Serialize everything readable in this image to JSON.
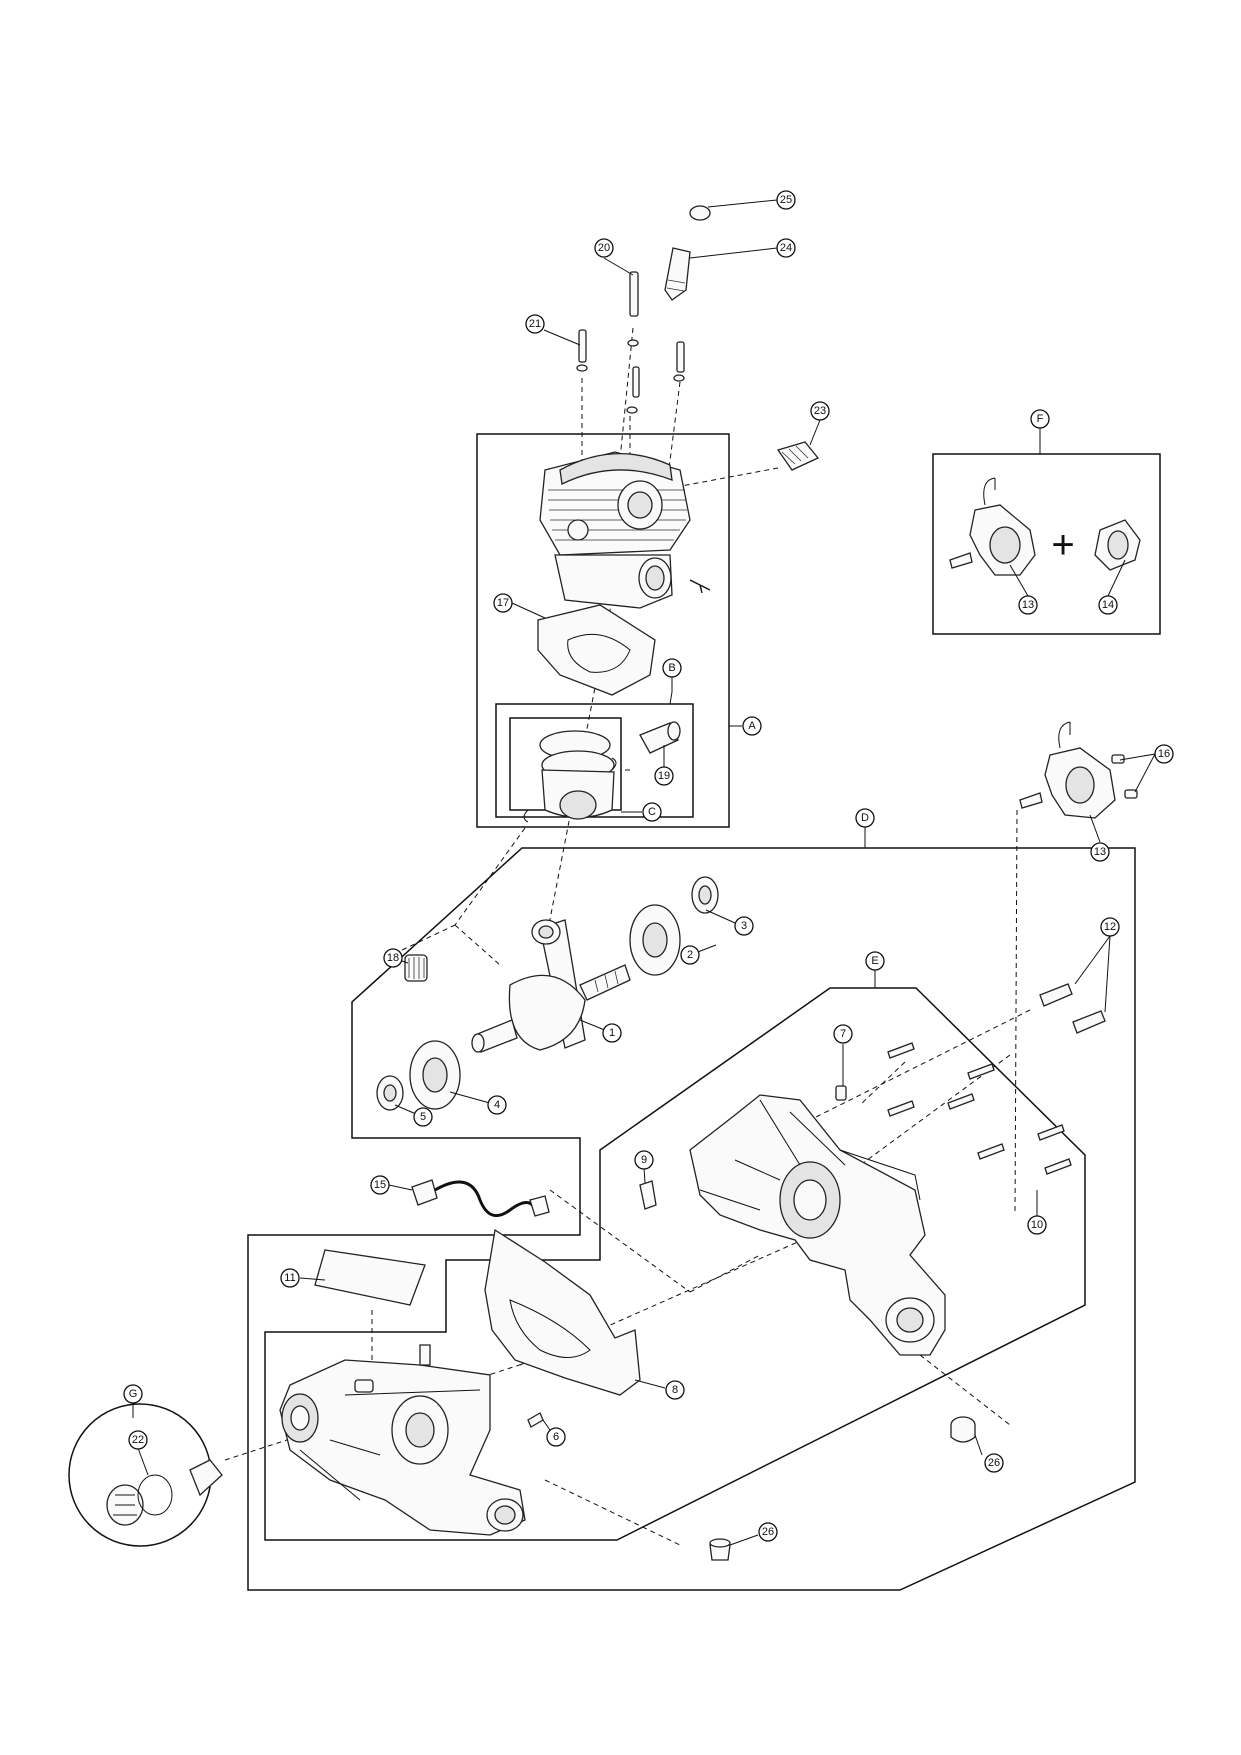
{
  "callouts": {
    "p1": "1",
    "p2": "2",
    "p3": "3",
    "p4": "4",
    "p5": "5",
    "p6": "6",
    "p7": "7",
    "p8": "8",
    "p9": "9",
    "p10": "10",
    "p11": "11",
    "p12": "12",
    "p13a": "13",
    "p13b": "13",
    "p14": "14",
    "p15": "15",
    "p16": "16",
    "p17": "17",
    "p18": "18",
    "p19": "19",
    "p20": "20",
    "p21": "21",
    "p22": "22",
    "p23": "23",
    "p24": "24",
    "p25": "25",
    "p26a": "26",
    "p26b": "26",
    "gA": "A",
    "gB": "B",
    "gC": "C",
    "gD": "D",
    "gE": "E",
    "gF": "F",
    "gG": "G"
  },
  "kit_f": {
    "plus_symbol": "+"
  }
}
